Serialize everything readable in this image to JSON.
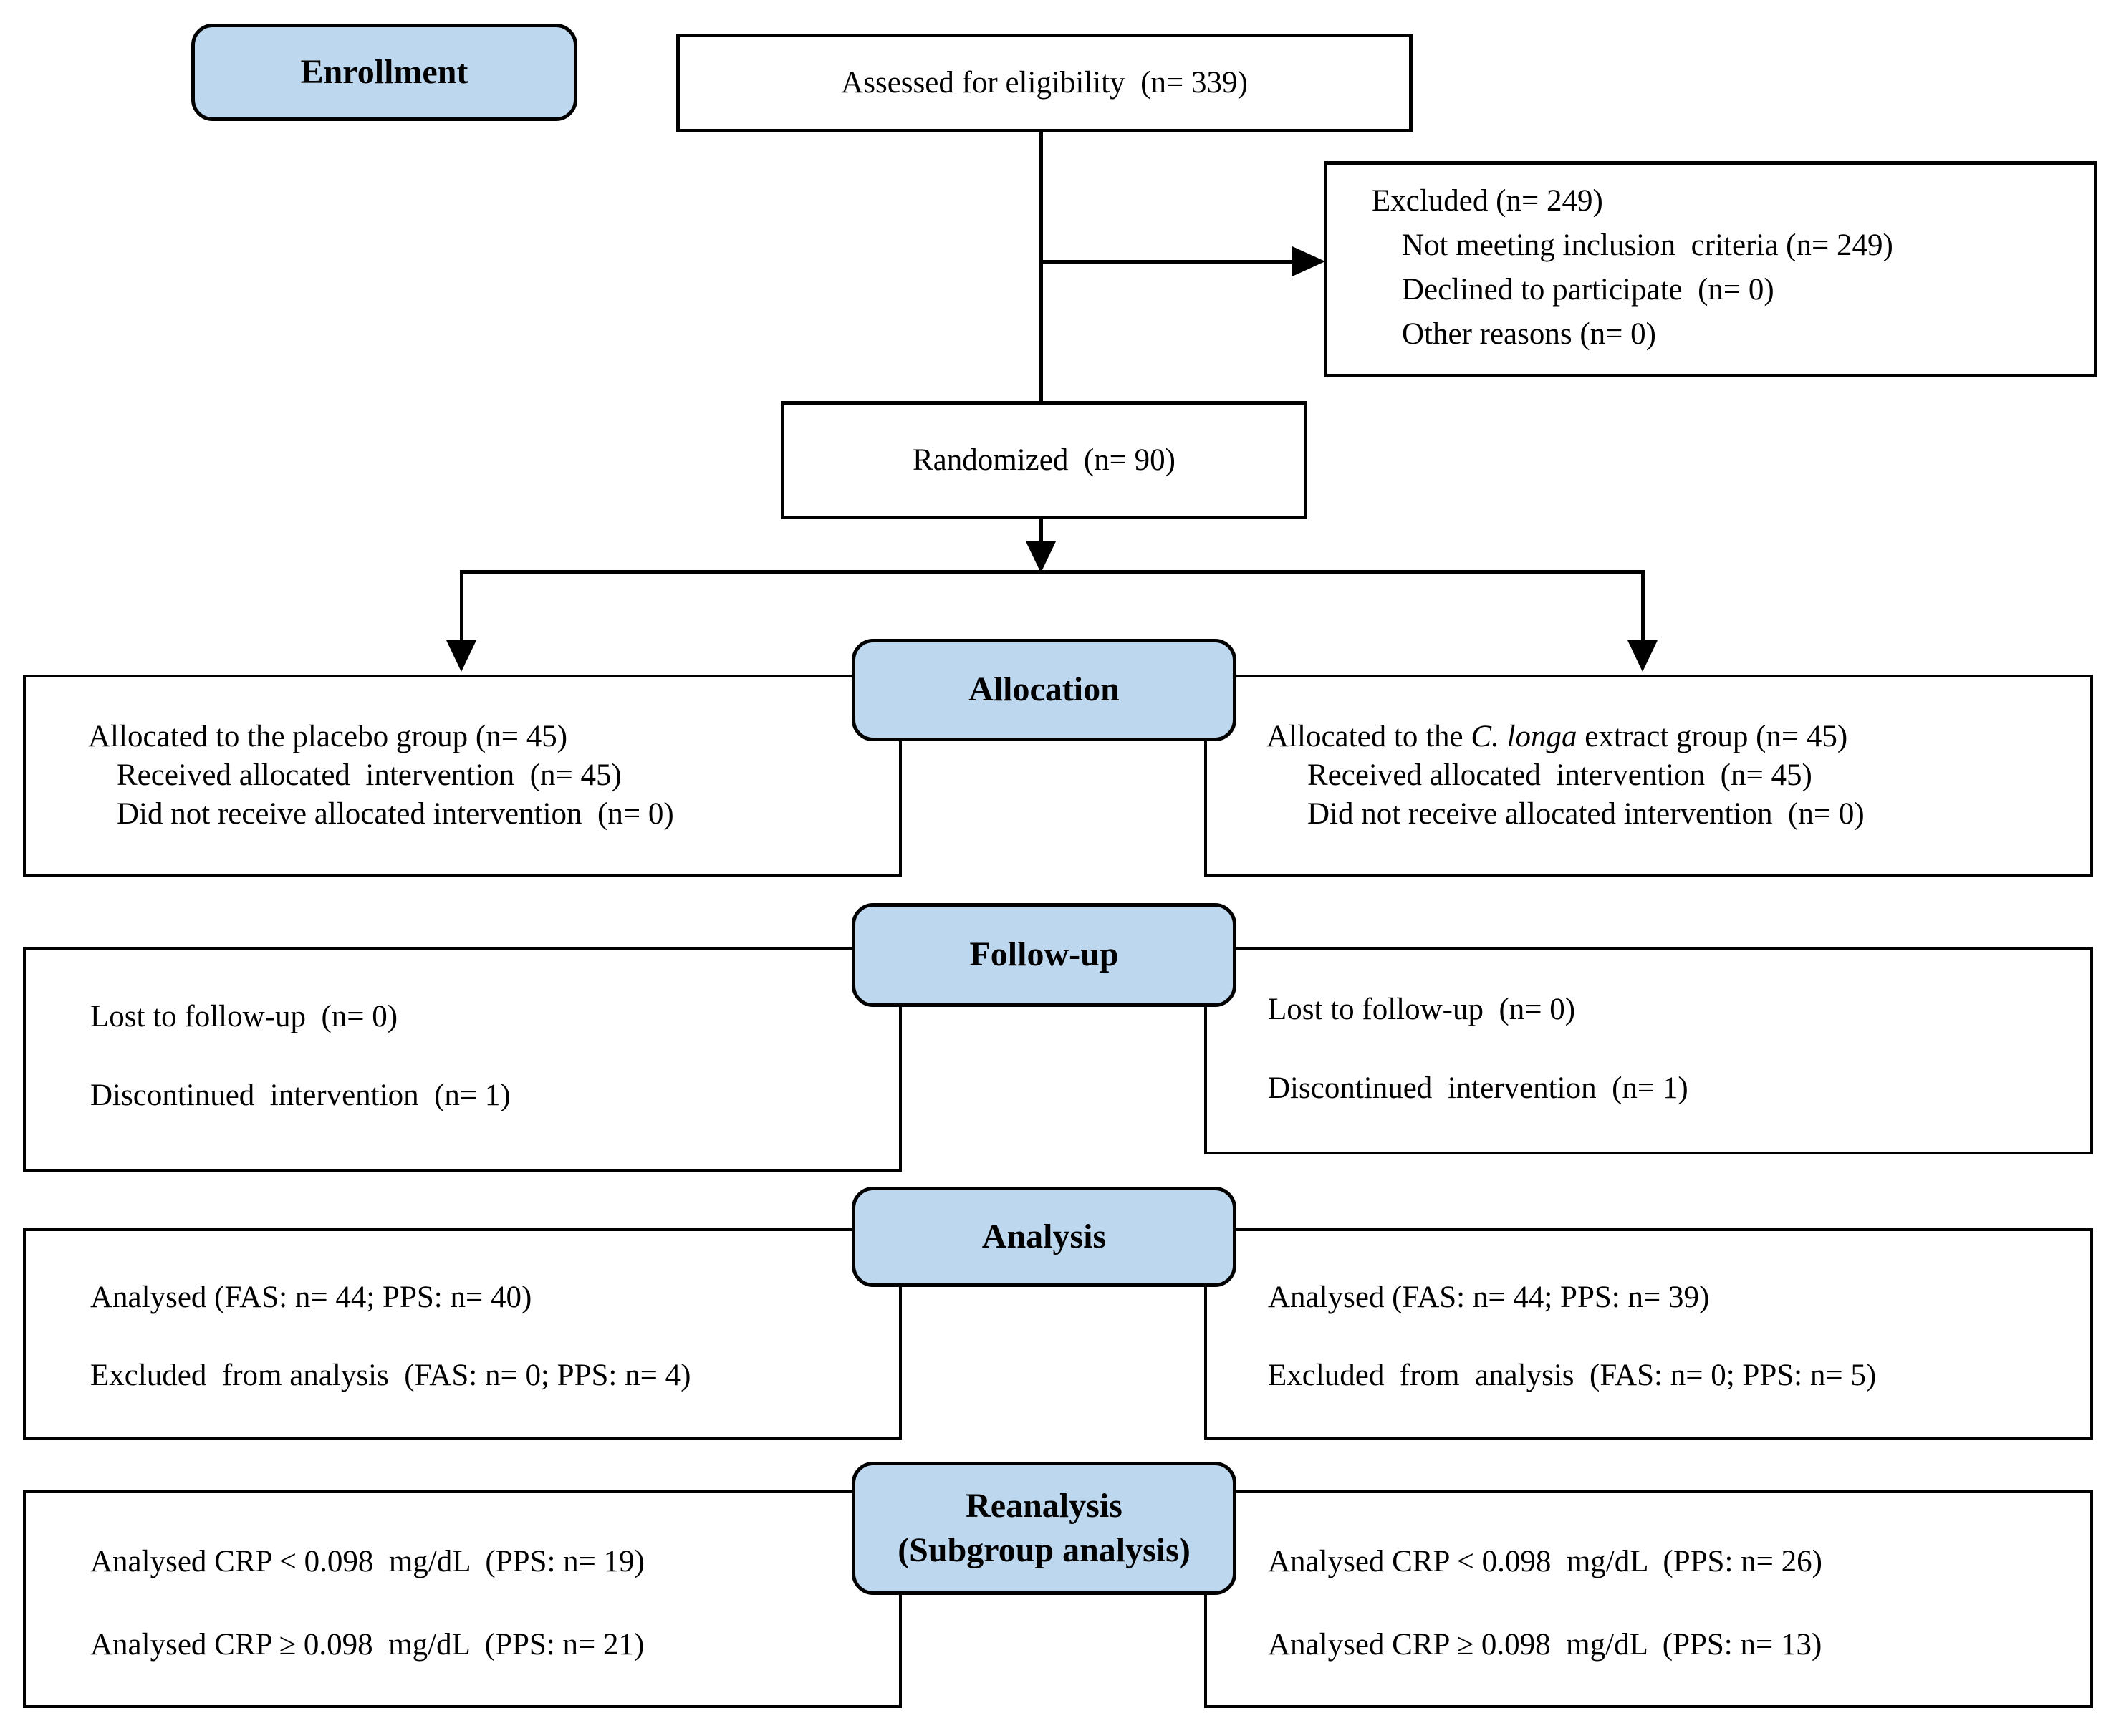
{
  "colors": {
    "stage_label_fill": "#bdd7ee",
    "border": "#000000",
    "background": "#ffffff"
  },
  "enrollment": {
    "label": "Enrollment"
  },
  "eligibility": {
    "text": "Assessed for eligibility  (n= 339)"
  },
  "excluded": {
    "line1": "Excluded (n= 249)",
    "line2": "Not meeting inclusion  criteria (n= 249)",
    "line3": "Declined to participate  (n= 0)",
    "line4": "Other reasons (n= 0)"
  },
  "randomized": {
    "text": "Randomized  (n= 90)"
  },
  "allocation": {
    "label": "Allocation",
    "placebo": {
      "line1": "Allocated to the placebo group (n= 45)",
      "line2": "Received allocated  intervention  (n= 45)",
      "line3": "Did not receive allocated intervention  (n= 0)"
    },
    "extract": {
      "line1_pre": "Allocated to the ",
      "line1_italic": "C. longa",
      "line1_post": " extract group (n= 45)",
      "line2": "Received allocated  intervention  (n= 45)",
      "line3": "Did not receive allocated intervention  (n= 0)"
    }
  },
  "followup": {
    "label": "Follow-up",
    "placebo": {
      "line1": "Lost to follow-up  (n= 0)",
      "line2": "Discontinued  intervention  (n= 1)"
    },
    "extract": {
      "line1": "Lost to follow-up  (n= 0)",
      "line2": "Discontinued  intervention  (n= 1)"
    }
  },
  "analysis": {
    "label": "Analysis",
    "placebo": {
      "line1": "Analysed (FAS: n= 44; PPS: n= 40)",
      "line2": "Excluded  from analysis  (FAS: n= 0; PPS: n= 4)"
    },
    "extract": {
      "line1": "Analysed (FAS: n= 44; PPS: n= 39)",
      "line2": "Excluded  from  analysis  (FAS: n= 0; PPS: n= 5)"
    }
  },
  "reanalysis": {
    "label_line1": "Reanalysis",
    "label_line2": "(Subgroup analysis)",
    "placebo": {
      "line1": "Analysed CRP < 0.098  mg/dL  (PPS: n= 19)",
      "line2": "Analysed CRP ≥ 0.098  mg/dL  (PPS: n= 21)"
    },
    "extract": {
      "line1": "Analysed CRP < 0.098  mg/dL  (PPS: n= 26)",
      "line2": "Analysed CRP ≥ 0.098  mg/dL  (PPS: n= 13)"
    }
  }
}
